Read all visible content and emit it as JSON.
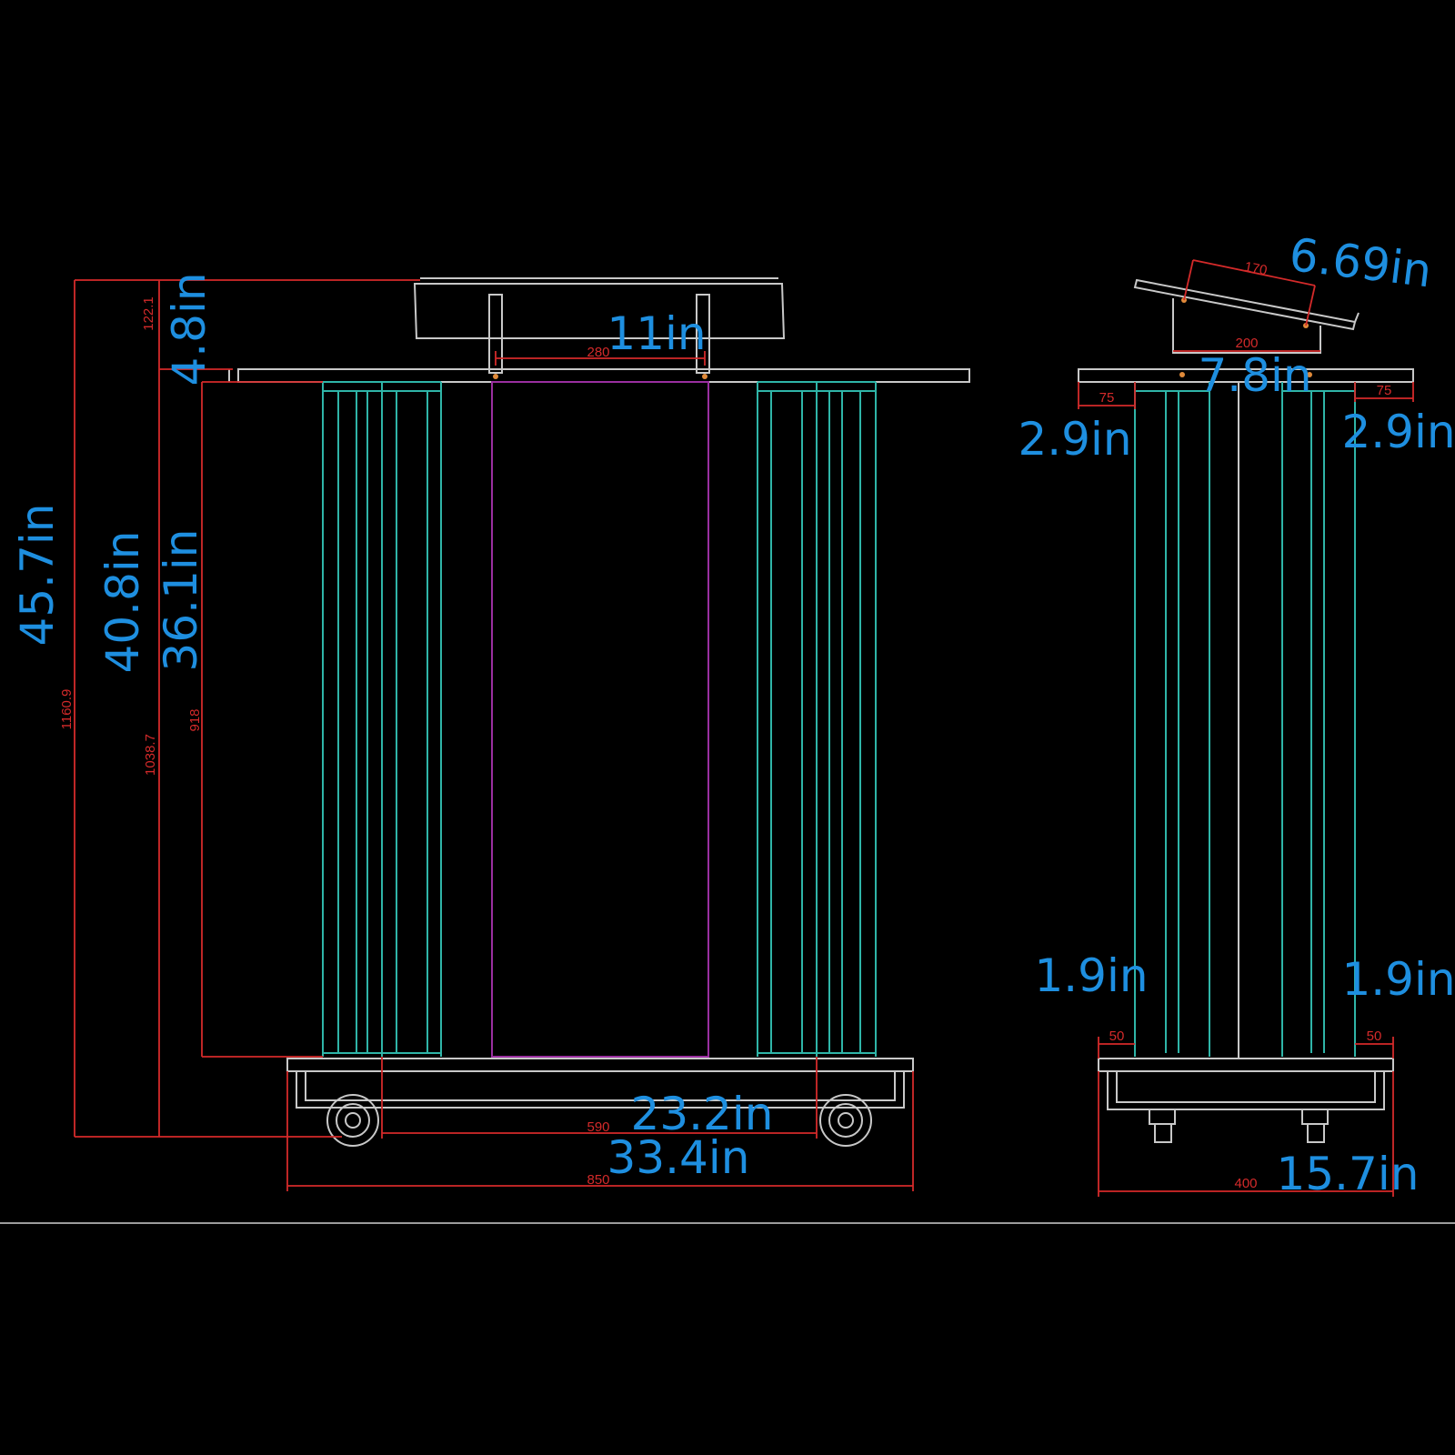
{
  "colors": {
    "background": "#000000",
    "outline": "#c8c8c8",
    "column": "#2fb5a8",
    "panel": "#9a2fa0",
    "dimension": "#d42a2a",
    "inch_label": "#1e8fe0",
    "joint": "#e08a3a"
  },
  "front_view": {
    "dimensions": {
      "total_height": {
        "mm": "1160.9",
        "inch": "45.7in"
      },
      "desk_height": {
        "mm": "1038.7",
        "inch": "40.8in"
      },
      "column_height": {
        "mm": "918",
        "inch": "36.1in"
      },
      "book_rest_height": {
        "mm": "122.1",
        "inch": "4.8in"
      },
      "panel_width": {
        "mm": "280",
        "inch": "11in"
      },
      "caster_spacing": {
        "mm": "590",
        "inch": "23.2in"
      },
      "base_width": {
        "mm": "850",
        "inch": "33.4in"
      }
    }
  },
  "side_view": {
    "dimensions": {
      "book_rest_depth": {
        "mm": "170",
        "inch": "6.69in"
      },
      "top_offset": {
        "mm": "200",
        "inch": "7.8in"
      },
      "left_overhang": {
        "mm": "75",
        "inch": "2.9in"
      },
      "right_overhang": {
        "mm": "75",
        "inch": "2.9in"
      },
      "left_base_inset": {
        "mm": "50",
        "inch": "1.9in"
      },
      "right_base_inset": {
        "mm": "50",
        "inch": "1.9in"
      },
      "base_depth": {
        "mm": "400",
        "inch": "15.7in"
      }
    }
  }
}
